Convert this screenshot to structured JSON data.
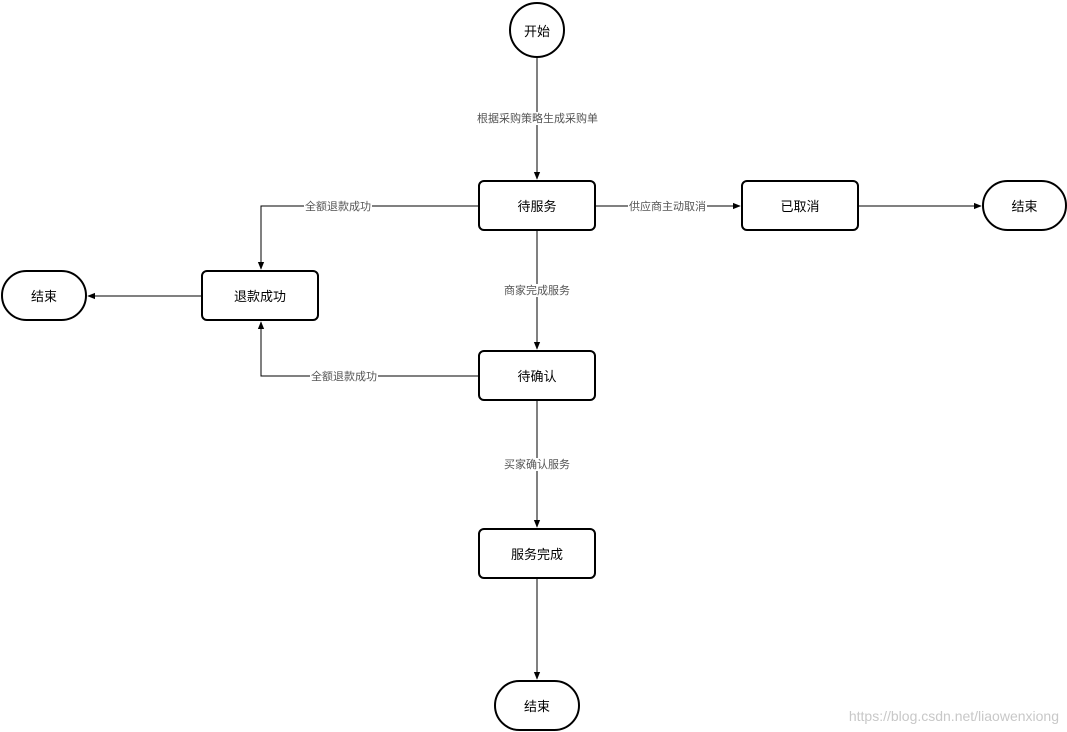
{
  "nodes": {
    "start": "开始",
    "pending_service": "待服务",
    "cancelled": "已取消",
    "end_right": "结束",
    "refund_success": "退款成功",
    "end_left": "结束",
    "pending_confirm": "待确认",
    "service_complete": "服务完成",
    "end_bottom": "结束"
  },
  "edges": {
    "generate_order": "根据采购策略生成采购单",
    "supplier_cancel": "供应商主动取消",
    "full_refund_1": "全额退款成功",
    "merchant_complete": "商家完成服务",
    "full_refund_2": "全额退款成功",
    "buyer_confirm": "买家确认服务"
  },
  "watermark": "https://blog.csdn.net/liaowenxiong"
}
